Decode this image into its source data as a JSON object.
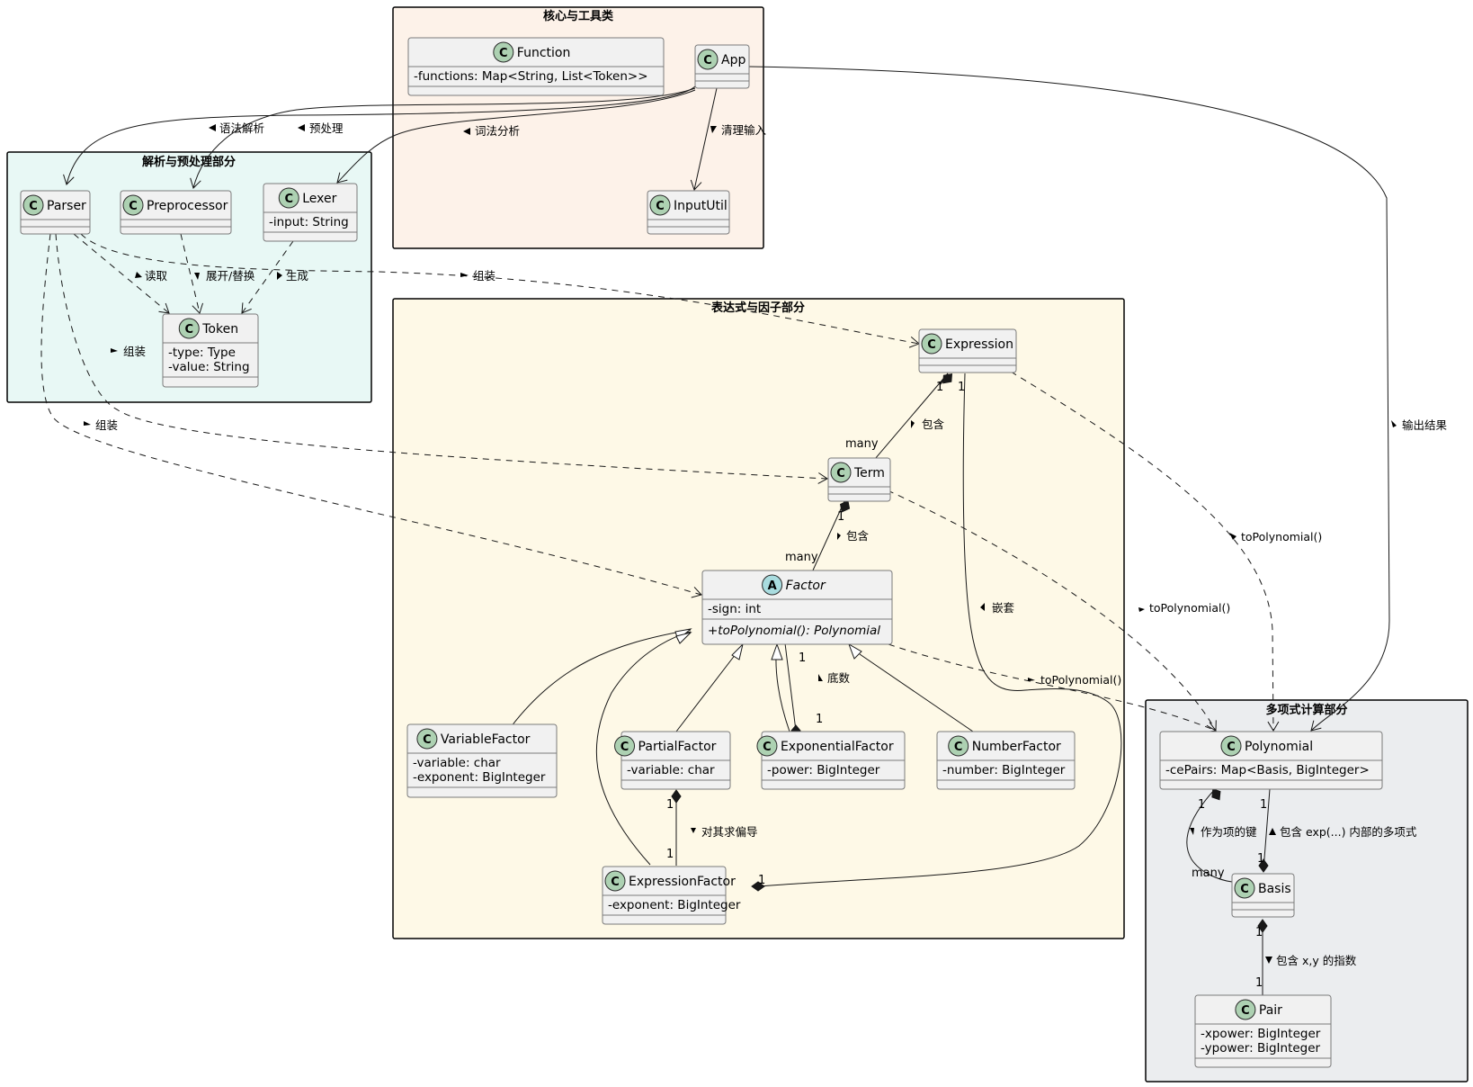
{
  "packages": {
    "core": {
      "title": "核心与工具类",
      "color": "#fdf2e9"
    },
    "parse": {
      "title": "解析与预处理部分",
      "color": "#e8f8f5"
    },
    "expr": {
      "title": "表达式与因子部分",
      "color": "#fef9e7"
    },
    "poly": {
      "title": "多项式计算部分",
      "color": "#ebedef"
    }
  },
  "classes": {
    "function": {
      "name": "Function",
      "stereotype": "C",
      "attrs": [
        "-functions: Map<String, List<Token>>"
      ]
    },
    "app": {
      "name": "App",
      "stereotype": "C",
      "attrs": []
    },
    "inpututil": {
      "name": "InputUtil",
      "stereotype": "C",
      "attrs": []
    },
    "parser": {
      "name": "Parser",
      "stereotype": "C",
      "attrs": []
    },
    "preprocessor": {
      "name": "Preprocessor",
      "stereotype": "C",
      "attrs": []
    },
    "lexer": {
      "name": "Lexer",
      "stereotype": "C",
      "attrs": [
        "-input: String"
      ]
    },
    "token": {
      "name": "Token",
      "stereotype": "C",
      "attrs": [
        "-type: Type",
        "-value: String"
      ]
    },
    "expression": {
      "name": "Expression",
      "stereotype": "C",
      "attrs": []
    },
    "term": {
      "name": "Term",
      "stereotype": "C",
      "attrs": []
    },
    "factor": {
      "name": "Factor",
      "stereotype": "A",
      "attrs": [
        "-sign: int"
      ],
      "methods": [
        "+toPolynomial(): Polynomial"
      ]
    },
    "variablefactor": {
      "name": "VariableFactor",
      "stereotype": "C",
      "attrs": [
        "-variable: char",
        "-exponent: BigInteger"
      ]
    },
    "partialfactor": {
      "name": "PartialFactor",
      "stereotype": "C",
      "attrs": [
        "-variable: char"
      ]
    },
    "exponentialfactor": {
      "name": "ExponentialFactor",
      "stereotype": "C",
      "attrs": [
        "-power: BigInteger"
      ]
    },
    "numberfactor": {
      "name": "NumberFactor",
      "stereotype": "C",
      "attrs": [
        "-number: BigInteger"
      ]
    },
    "expressionfactor": {
      "name": "ExpressionFactor",
      "stereotype": "C",
      "attrs": [
        "-exponent: BigInteger"
      ]
    },
    "polynomial": {
      "name": "Polynomial",
      "stereotype": "C",
      "attrs": [
        "-cePairs: Map<Basis, BigInteger>"
      ]
    },
    "basis": {
      "name": "Basis",
      "stereotype": "C",
      "attrs": []
    },
    "pair": {
      "name": "Pair",
      "stereotype": "C",
      "attrs": [
        "-xpower: BigInteger",
        "-ypower: BigInteger"
      ]
    }
  },
  "edges": {
    "app_parser": {
      "label": "语法解析"
    },
    "app_preprocessor": {
      "label": "预处理"
    },
    "app_lexer": {
      "label": "词法分析"
    },
    "app_inpututil": {
      "label": "清理输入"
    },
    "app_polynomial": {
      "label": "输出结果"
    },
    "parser_token": {
      "label": "读取"
    },
    "preprocessor_token": {
      "label": "展开/替换"
    },
    "lexer_token": {
      "label": "生成"
    },
    "parser_expression": {
      "label": "组装"
    },
    "parser_term": {
      "label": "组装"
    },
    "parser_factor": {
      "label": "组装"
    },
    "expression_term": {
      "label": "包含",
      "mult_from": "1",
      "mult_to": "many"
    },
    "term_factor": {
      "label": "包含",
      "mult_from": "1",
      "mult_to": "many"
    },
    "expression_expressionfactor": {
      "label": "嵌套",
      "mult_from": "1",
      "mult_to": "1"
    },
    "factor_exponentialfactor": {
      "label": "底数",
      "mult_from": "1",
      "mult_to": "1"
    },
    "partialfactor_expressionfactor": {
      "label": "对其求偏导",
      "mult_from": "1",
      "mult_to": "1"
    },
    "expression_polynomial": {
      "label": "toPolynomial()"
    },
    "term_polynomial": {
      "label": "toPolynomial()"
    },
    "factor_polynomial": {
      "label": "toPolynomial()"
    },
    "polynomial_basis_key": {
      "label": "作为项的键",
      "mult_from": "1",
      "mult_to": "many"
    },
    "basis_polynomial_exp": {
      "label": "包含 exp(...) 内部的多项式",
      "mult_from": "1",
      "mult_to": "1"
    },
    "basis_pair": {
      "label": "包含 x,y 的指数",
      "mult_from": "1",
      "mult_to": "1"
    }
  }
}
